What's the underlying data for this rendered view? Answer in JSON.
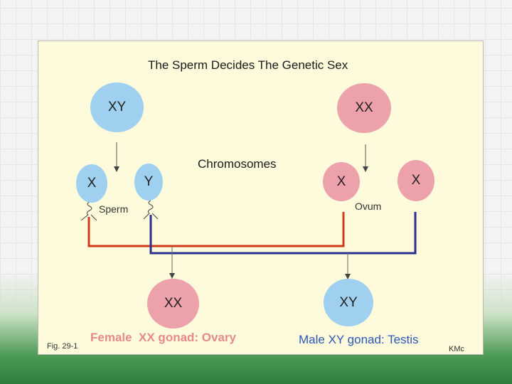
{
  "title": "The Sperm Decides The Genetic Sex",
  "chromosomes_label": "Chromosomes",
  "sperm_label": "Sperm",
  "ovum_label": "Ovum",
  "father": {
    "label": "XY"
  },
  "mother": {
    "label": "XX"
  },
  "sperm_x": {
    "label": "X"
  },
  "sperm_y": {
    "label": "Y"
  },
  "ovum_x1": {
    "label": "X"
  },
  "ovum_x2": {
    "label": "X"
  },
  "offspring_female": {
    "label": "XX",
    "caption": "Female  XX gonad: Ovary"
  },
  "offspring_male": {
    "label": "XY",
    "caption": "Male XY gonad: Testis"
  },
  "figure_label": "Fig. 29-1",
  "credit": "KMc",
  "colors": {
    "blue_circle": "#9fd0ef",
    "pink_circle": "#eda1aa",
    "female_path": "#d23a1e",
    "male_path": "#2b2f8f",
    "female_caption": "#e58a8a",
    "male_caption": "#2c55b8",
    "slide_bg": "#fdfbdb"
  }
}
